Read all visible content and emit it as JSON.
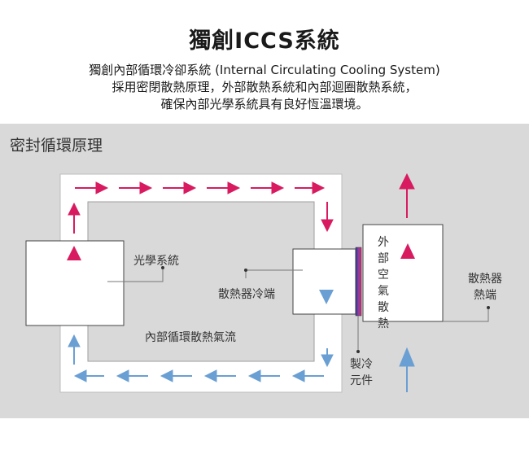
{
  "title": "獨創ICCS系統",
  "intro": [
    "獨創內部循環冷卻系統 (Internal Circulating Cooling System)",
    "採用密閉散熱原理，外部散熱系統和內部迴圈散熱系統，",
    "確保內部光學系統具有良好恆溫環境。"
  ],
  "panel": {
    "title": "密封循環原理",
    "labels": {
      "optical_system": "光學系統",
      "heat_sink_cold_end": "散熱器冷端",
      "internal_airflow": "內部循環散熱氣流",
      "external_air_1": "外",
      "external_air_2": "部",
      "external_air_3": "空",
      "external_air_4": "氣",
      "external_air_5": "散",
      "external_air_6": "熱",
      "cooling_element_1": "製冷",
      "cooling_element_2": "元件",
      "heat_sink_hot_1": "散熱器",
      "heat_sink_hot_2": "熱端"
    }
  },
  "colors": {
    "arrow_hot": "#d81b60",
    "arrow_cold": "#6a9fd4",
    "panel_bg": "#d9d9d9",
    "box_border": "#333333"
  }
}
